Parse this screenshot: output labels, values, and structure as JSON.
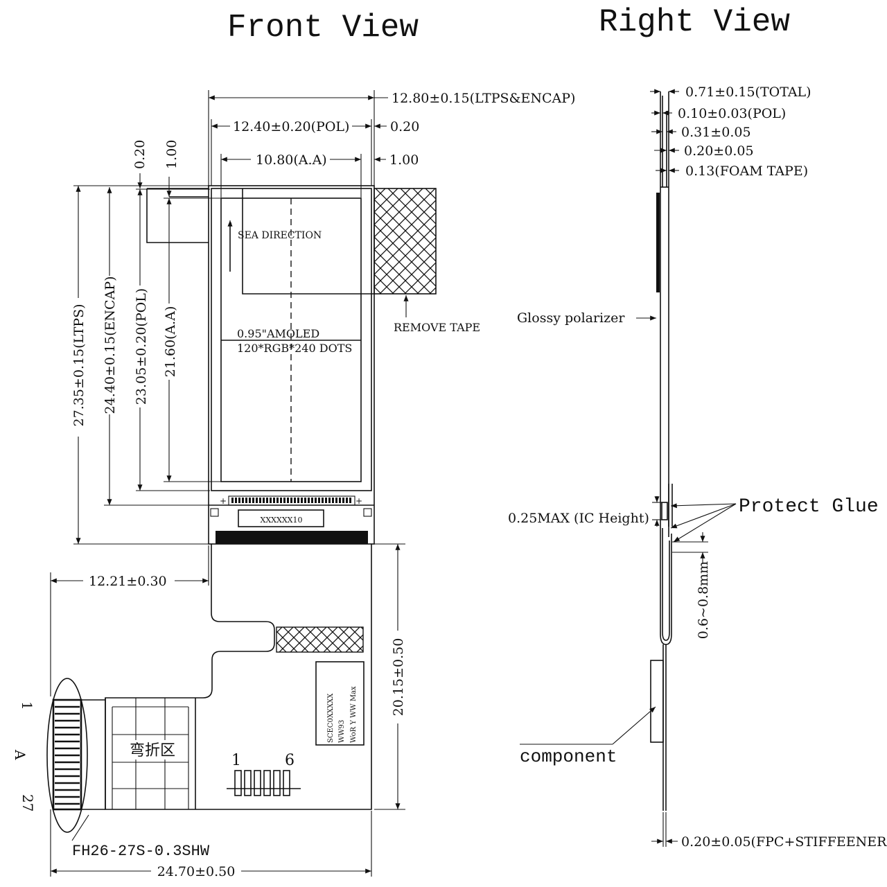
{
  "titles": {
    "front": "Front View",
    "right": "Right View"
  },
  "front": {
    "dim_width_ltps": "12.80±0.15(LTPS&ENCAP)",
    "dim_width_pol": "12.40±0.20(POL)",
    "dim_pol_gap": "0.20",
    "dim_width_aa": "10.80(A.A)",
    "dim_aa_gap": "1.00",
    "dim_left_gap_020": "0.20",
    "dim_left_gap_100": "1.00",
    "dim_h_ltps": "27.35±0.15(LTPS)",
    "dim_h_encap": "24.40±0.15(ENCAP)",
    "dim_h_pol": "23.05±0.20(POL)",
    "dim_h_aa": "21.60(A.A)",
    "sea_direction": "SEA DIRECTION",
    "amoled_label": "0.95\"AMOLED",
    "dots_label": "120*RGB*240 DOTS",
    "remove_tape": "REMOVE TAPE",
    "ic_code": "XXXXXX10",
    "dim_fpc_offset": "12.21±0.30",
    "dim_fpc_height": "20.15±0.50",
    "dim_total_width": "24.70±0.50",
    "bend_zone": "弯折区",
    "connector_name": "FH26-27S-0.3SHW",
    "pin_first": "1",
    "pin_letter": "A",
    "pin_last": "27",
    "pad_first": "1",
    "pad_last": "6",
    "label_line1": "SCEC0XXXXX",
    "label_line2": "WW93",
    "label_line3": "WoR Y WW Max"
  },
  "right": {
    "dim_total": "0.71±0.15(TOTAL)",
    "dim_pol": "0.10±0.03(POL)",
    "dim_031": "0.31±0.05",
    "dim_020": "0.20±0.05",
    "dim_foam": "0.13(FOAM TAPE)",
    "glossy": "Glossy polarizer",
    "protect_glue": "Protect Glue",
    "ic_height": "0.25MAX (IC Height)",
    "bend_gap": "0.6~0.8mm",
    "component": "component",
    "dim_fpc": "0.20±0.05(FPC+STIFFEENER)"
  }
}
